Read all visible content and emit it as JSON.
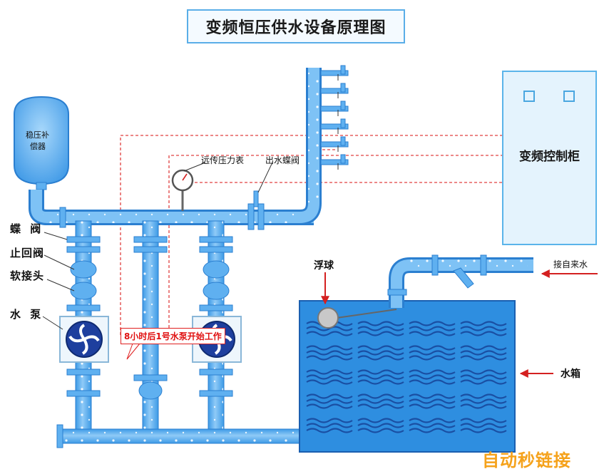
{
  "title": "变频恒压供水设备原理图",
  "labels": {
    "accumulator": [
      "稳压补",
      "偿器"
    ],
    "control_cabinet": "变频控制柜",
    "remote_gauge": "远传压力表",
    "outlet_valve": "出水蝶阀",
    "butterfly_valve": "蝶 阀",
    "check_valve": "止回阀",
    "soft_joint": "软接头",
    "pump": "水 泵",
    "float_ball": "浮球",
    "mains_inlet": "接自来水",
    "water_tank": "水箱",
    "schedule_note": "8小时后1号水泵开始工作"
  },
  "colors": {
    "pipe": "#5fb0f0",
    "pipe_dark": "#2b7fd0",
    "tank": "#2e8ee0",
    "wave": "#1a4fa3",
    "signal_line": "#e04040",
    "arrow": "#d42020",
    "title_border": "#5aaee8",
    "watermark": "#f5a21b"
  },
  "watermark": "自动秒链接"
}
